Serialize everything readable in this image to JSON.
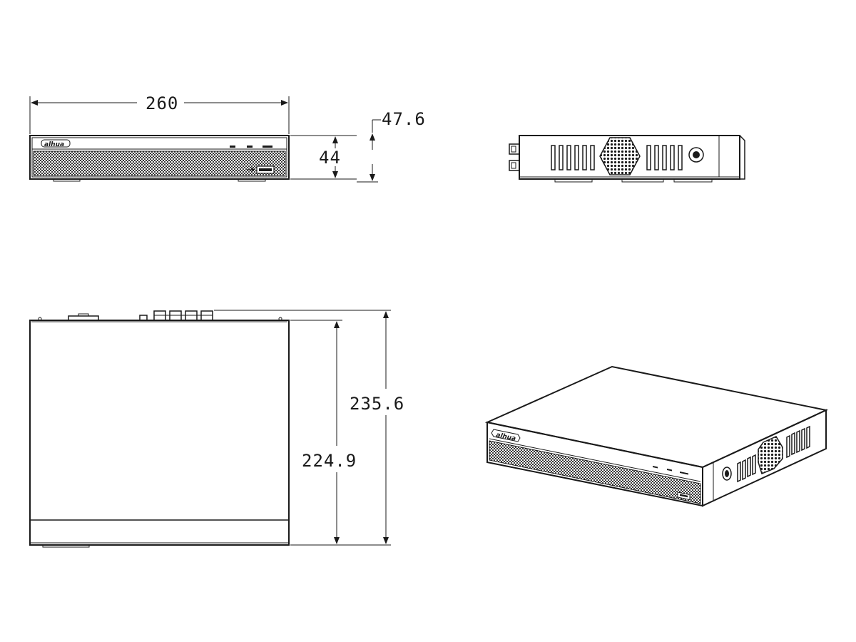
{
  "dimensions": {
    "front_width": "260",
    "front_height": "44",
    "overall_height": "47.6",
    "top_depth": "224.9",
    "overall_depth": "235.6"
  },
  "brand": {
    "logo_text": "alhua"
  }
}
